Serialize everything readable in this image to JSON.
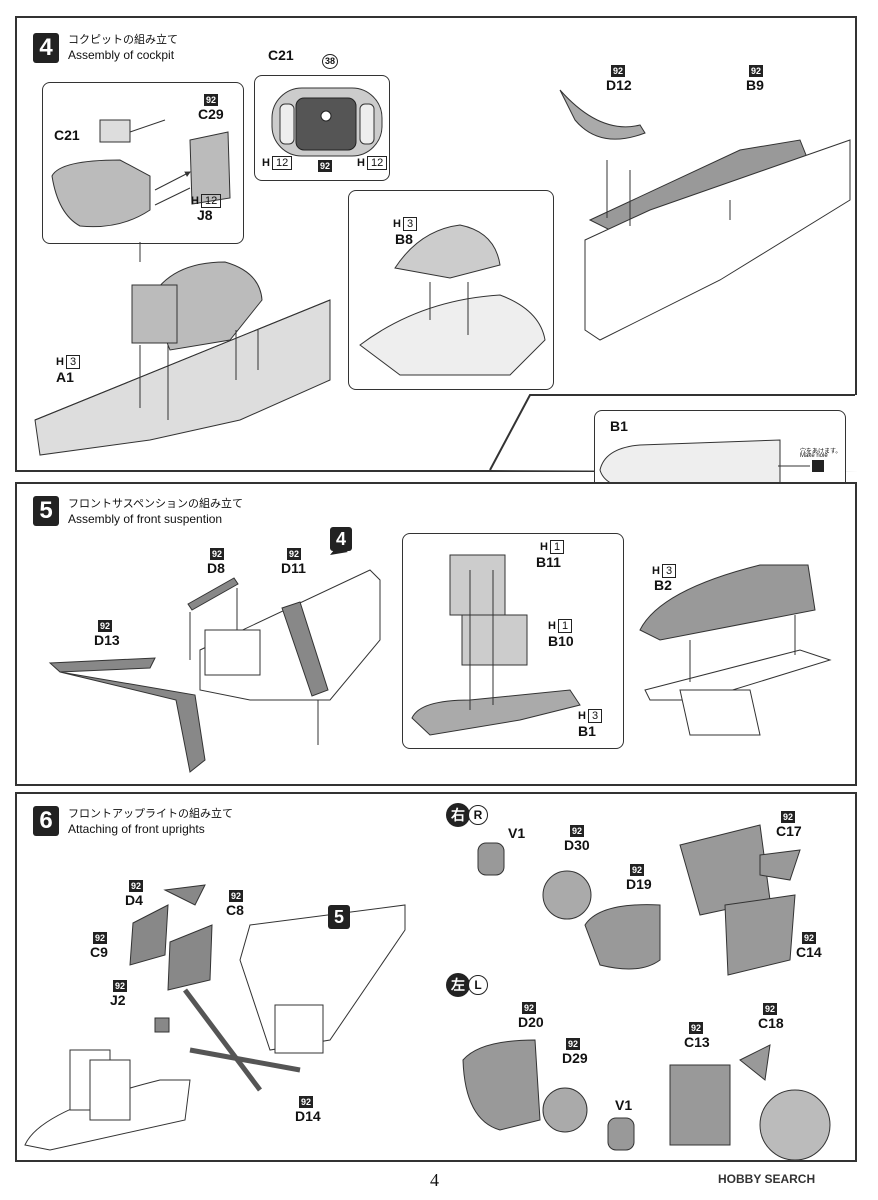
{
  "step4": {
    "number": "4",
    "title_jp": "コクピットの組み立て",
    "title_en": "Assembly of cockpit"
  },
  "step5": {
    "number": "5",
    "title_jp": "フロントサスペンションの組み立て",
    "title_en": "Assembly of front suspention",
    "ref_step": "4"
  },
  "step6": {
    "number": "6",
    "title_jp": "フロントアップライトの組み立て",
    "title_en": "Attaching of front uprights",
    "ref_step": "5"
  },
  "parts": {
    "c21_top": "C21",
    "c21": "C21",
    "c29": "C29",
    "j8": "J8",
    "a1": "A1",
    "b8": "B8",
    "d12": "D12",
    "b9": "B9",
    "b1_detail": "B1",
    "d8": "D8",
    "d11": "D11",
    "d13": "D13",
    "b11": "B11",
    "b10": "B10",
    "b1": "B1",
    "b2": "B2",
    "d4": "D4",
    "c8": "C8",
    "c9": "C9",
    "j2": "J2",
    "d14": "D14",
    "v1_r": "V1",
    "d30": "D30",
    "d19": "D19",
    "c17": "C17",
    "c14": "C14",
    "d20": "D20",
    "d29": "D29",
    "v1_l": "V1",
    "c13": "C13",
    "c18": "C18"
  },
  "tag_label": "92",
  "h_prefix": "H",
  "h_values": {
    "h12": "12",
    "h3": "3",
    "h1": "1"
  },
  "decal_38": "38",
  "right_label": {
    "kanji": "右",
    "letter": "R"
  },
  "left_label": {
    "kanji": "左",
    "letter": "L"
  },
  "hole_note": {
    "jp": "穴をあけます。",
    "en": "Make hole"
  },
  "page_number": "4",
  "watermark": "HOBBY SEARCH"
}
